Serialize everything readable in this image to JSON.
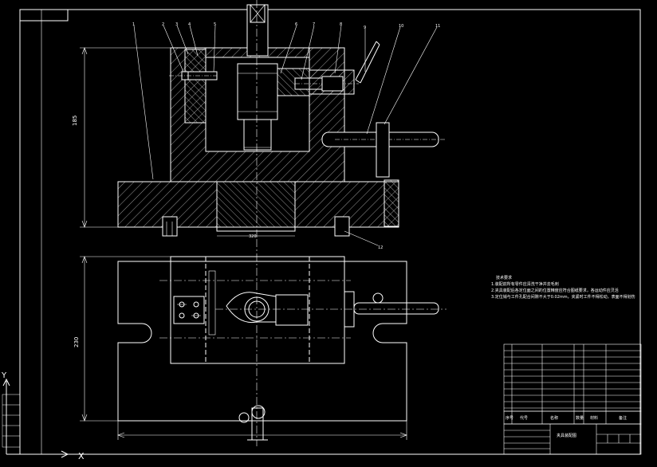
{
  "drawing": {
    "title_block": {
      "drawing_name": "夹具装配图",
      "header_cols": [
        "序号",
        "代号",
        "名称",
        "数量",
        "材料",
        "备注"
      ]
    },
    "tech_requirements": {
      "heading": "技术要求",
      "lines": [
        "1.装配前所有零件应清洗干净并去毛刺",
        "2.夹具装配后各定位面之间的位置精度应符合图纸要求，各运动件应灵活",
        "3.定位销与工件孔配合间隙不大于0.02mm，夹紧时工件不得松动，表面不得划伤"
      ]
    },
    "part_balloons": [
      "1",
      "2",
      "3",
      "4",
      "5",
      "6",
      "7",
      "8",
      "9",
      "10",
      "11",
      "12"
    ],
    "dimensions": {
      "front_height": "185",
      "base_width": "320",
      "plan_depth": "230"
    },
    "colors": {
      "background": "#000000",
      "line": "#ffffff",
      "centerline": "#ffffff"
    }
  }
}
